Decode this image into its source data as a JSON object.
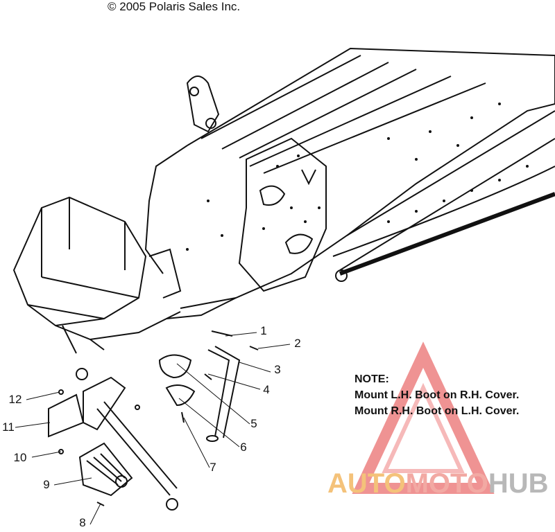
{
  "copyright": "© 2005 Polaris Sales Inc.",
  "note": {
    "title": "NOTE:",
    "lines": [
      "Mount L.H. Boot on R.H. Cover.",
      "Mount R.H. Boot on L.H. Cover."
    ]
  },
  "watermark": {
    "part1": "AUTO",
    "part2": "MOTO",
    "part3": "HUB",
    "colors": {
      "part1": "#f4c27a",
      "part2": "#f2a9a3",
      "part3": "#b8b8b8",
      "triangle": "#e23b3b"
    },
    "icon": "triangle-logo-icon"
  },
  "callouts": {
    "c1": "1",
    "c2": "2",
    "c3": "3",
    "c4": "4",
    "c5": "5",
    "c6": "6",
    "c7": "7",
    "c8": "8",
    "c9": "9",
    "c10": "10",
    "c11": "11",
    "c12": "12"
  }
}
